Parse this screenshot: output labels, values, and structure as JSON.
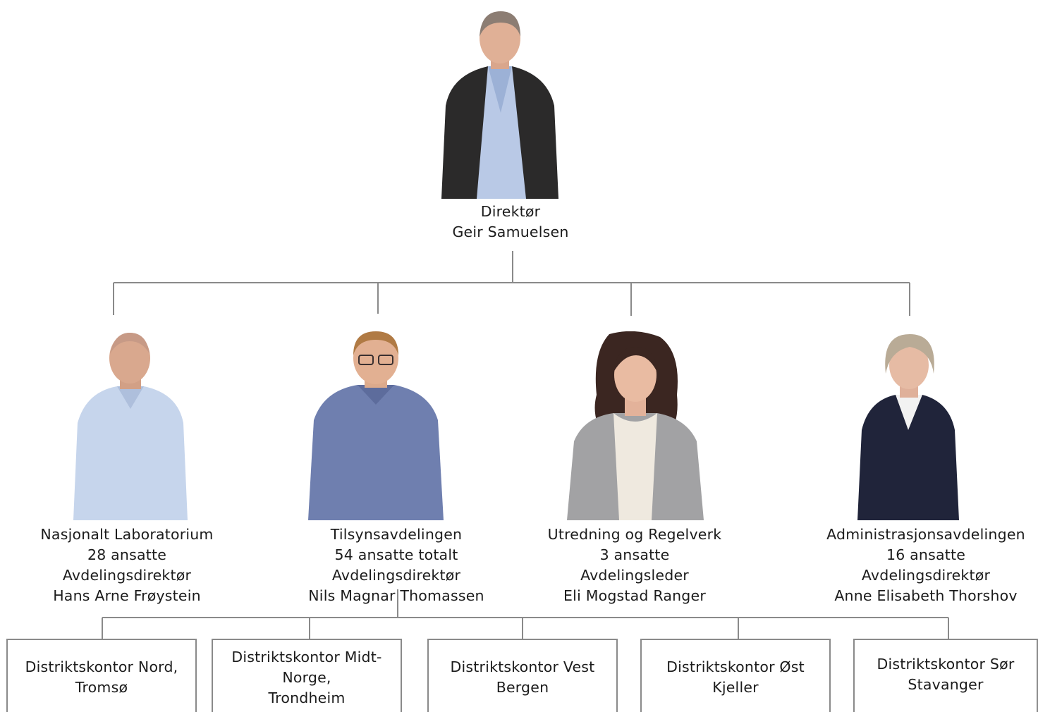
{
  "director": {
    "title": "Direktør",
    "name": "Geir Samuelsen"
  },
  "departments": [
    {
      "unit": "Nasjonalt Laboratorium",
      "staff": "28 ansatte",
      "role": "Avdelingsdirektør",
      "name": "Hans Arne Frøystein"
    },
    {
      "unit": "Tilsynsavdelingen",
      "staff": "54 ansatte totalt",
      "role": "Avdelingsdirektør",
      "name": "Nils Magnar Thomassen"
    },
    {
      "unit": "Utredning og Regelverk",
      "staff": "3 ansatte",
      "role": "Avdelingsleder",
      "name": "Eli Mogstad Ranger"
    },
    {
      "unit": "Administrasjonsavdelingen",
      "staff": "16 ansatte",
      "role": "Avdelingsdirektør",
      "name": "Anne Elisabeth Thorshov"
    }
  ],
  "district_offices": [
    {
      "label": "Distriktskontor Nord,\nTromsø"
    },
    {
      "label": "Distriktskontor Midt-\nNorge,\nTrondheim"
    },
    {
      "label": "Distriktskontor Vest\nBergen"
    },
    {
      "label": "Distriktskontor Øst\nKjeller"
    },
    {
      "label": "Distriktskontor Sør\nStavanger"
    }
  ],
  "colors": {
    "connector": "#8a8a8a",
    "text": "#1c1c1c"
  }
}
